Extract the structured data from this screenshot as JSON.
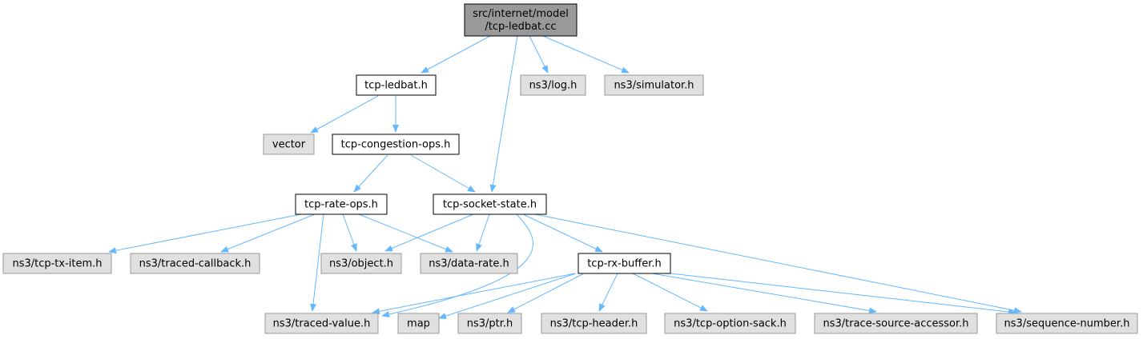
{
  "colors": {
    "edge": "#63b8ff",
    "root_fill": "#999999",
    "header_fill": "#ffffff",
    "external_fill": "#e0e0e0",
    "header_border": "#000000",
    "external_border": "#999999"
  },
  "nodes": [
    {
      "id": "root",
      "lines": [
        "src/internet/model",
        "/tcp-ledbat.cc"
      ],
      "kind": "root"
    },
    {
      "id": "tcp_ledbat_h",
      "lines": [
        "tcp-ledbat.h"
      ],
      "kind": "header"
    },
    {
      "id": "ns3_log_h",
      "lines": [
        "ns3/log.h"
      ],
      "kind": "external"
    },
    {
      "id": "ns3_simulator_h",
      "lines": [
        "ns3/simulator.h"
      ],
      "kind": "external"
    },
    {
      "id": "vector",
      "lines": [
        "vector"
      ],
      "kind": "external"
    },
    {
      "id": "tcp_congestion_ops_h",
      "lines": [
        "tcp-congestion-ops.h"
      ],
      "kind": "header"
    },
    {
      "id": "tcp_rate_ops_h",
      "lines": [
        "tcp-rate-ops.h"
      ],
      "kind": "header"
    },
    {
      "id": "tcp_socket_state_h",
      "lines": [
        "tcp-socket-state.h"
      ],
      "kind": "header"
    },
    {
      "id": "ns3_tcp_tx_item_h",
      "lines": [
        "ns3/tcp-tx-item.h"
      ],
      "kind": "external"
    },
    {
      "id": "ns3_traced_callback_h",
      "lines": [
        "ns3/traced-callback.h"
      ],
      "kind": "external"
    },
    {
      "id": "ns3_object_h",
      "lines": [
        "ns3/object.h"
      ],
      "kind": "external"
    },
    {
      "id": "ns3_data_rate_h",
      "lines": [
        "ns3/data-rate.h"
      ],
      "kind": "external"
    },
    {
      "id": "tcp_rx_buffer_h",
      "lines": [
        "tcp-rx-buffer.h"
      ],
      "kind": "header"
    },
    {
      "id": "ns3_traced_value_h",
      "lines": [
        "ns3/traced-value.h"
      ],
      "kind": "external"
    },
    {
      "id": "map",
      "lines": [
        "map"
      ],
      "kind": "external"
    },
    {
      "id": "ns3_ptr_h",
      "lines": [
        "ns3/ptr.h"
      ],
      "kind": "external"
    },
    {
      "id": "ns3_tcp_header_h",
      "lines": [
        "ns3/tcp-header.h"
      ],
      "kind": "external"
    },
    {
      "id": "ns3_tcp_option_sack_h",
      "lines": [
        "ns3/tcp-option-sack.h"
      ],
      "kind": "external"
    },
    {
      "id": "ns3_trace_source_accessor_h",
      "lines": [
        "ns3/trace-source-accessor.h"
      ],
      "kind": "external"
    },
    {
      "id": "ns3_sequence_number_h",
      "lines": [
        "ns3/sequence-number.h"
      ],
      "kind": "external"
    }
  ],
  "edges": [
    {
      "from": "root",
      "to": "tcp_ledbat_h"
    },
    {
      "from": "root",
      "to": "ns3_log_h"
    },
    {
      "from": "root",
      "to": "ns3_simulator_h"
    },
    {
      "from": "root",
      "to": "tcp_socket_state_h"
    },
    {
      "from": "tcp_ledbat_h",
      "to": "vector"
    },
    {
      "from": "tcp_ledbat_h",
      "to": "tcp_congestion_ops_h"
    },
    {
      "from": "tcp_congestion_ops_h",
      "to": "tcp_rate_ops_h"
    },
    {
      "from": "tcp_congestion_ops_h",
      "to": "tcp_socket_state_h"
    },
    {
      "from": "tcp_rate_ops_h",
      "to": "ns3_tcp_tx_item_h"
    },
    {
      "from": "tcp_rate_ops_h",
      "to": "ns3_traced_callback_h"
    },
    {
      "from": "tcp_rate_ops_h",
      "to": "ns3_object_h"
    },
    {
      "from": "tcp_rate_ops_h",
      "to": "ns3_data_rate_h"
    },
    {
      "from": "tcp_rate_ops_h",
      "to": "ns3_traced_value_h"
    },
    {
      "from": "tcp_socket_state_h",
      "to": "ns3_object_h"
    },
    {
      "from": "tcp_socket_state_h",
      "to": "ns3_data_rate_h"
    },
    {
      "from": "tcp_socket_state_h",
      "to": "tcp_rx_buffer_h"
    },
    {
      "from": "tcp_socket_state_h",
      "to": "ns3_traced_value_h"
    },
    {
      "from": "tcp_socket_state_h",
      "to": "ns3_sequence_number_h"
    },
    {
      "from": "tcp_rx_buffer_h",
      "to": "ns3_traced_value_h"
    },
    {
      "from": "tcp_rx_buffer_h",
      "to": "map"
    },
    {
      "from": "tcp_rx_buffer_h",
      "to": "ns3_ptr_h"
    },
    {
      "from": "tcp_rx_buffer_h",
      "to": "ns3_tcp_header_h"
    },
    {
      "from": "tcp_rx_buffer_h",
      "to": "ns3_tcp_option_sack_h"
    },
    {
      "from": "tcp_rx_buffer_h",
      "to": "ns3_trace_source_accessor_h"
    },
    {
      "from": "tcp_rx_buffer_h",
      "to": "ns3_sequence_number_h"
    }
  ]
}
